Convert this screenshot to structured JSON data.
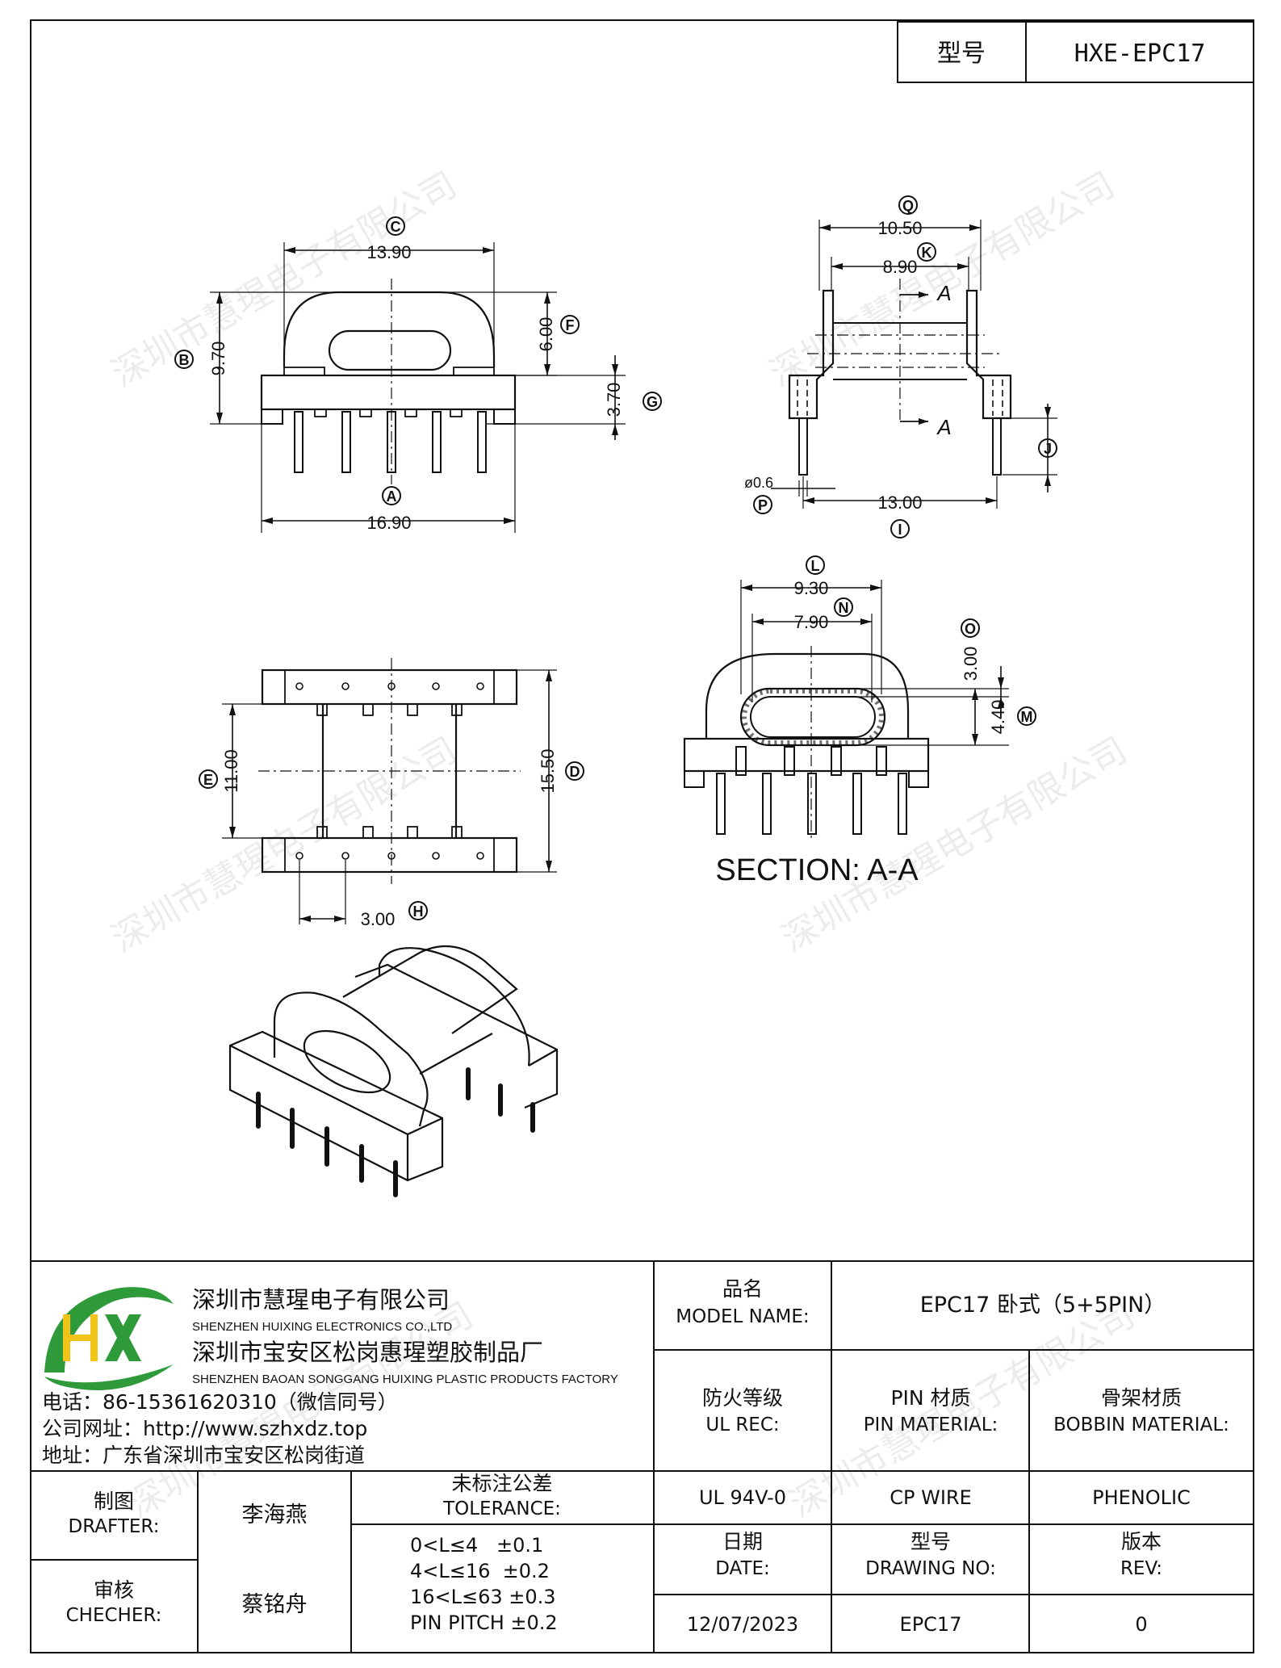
{
  "model_label": "型号",
  "model_value": "HXE-EPC17",
  "dims": {
    "A": {
      "letter": "A",
      "value": "16.90"
    },
    "B": {
      "letter": "B",
      "value": "9.70"
    },
    "C": {
      "letter": "C",
      "value": "13.90"
    },
    "D": {
      "letter": "D",
      "value": "15.50"
    },
    "E": {
      "letter": "E",
      "value": "11.00"
    },
    "F": {
      "letter": "F",
      "value": "6.00"
    },
    "G": {
      "letter": "G",
      "value": "3.70"
    },
    "H": {
      "letter": "H",
      "value": "3.00"
    },
    "I": {
      "letter": "I",
      "value": "13.00"
    },
    "J": {
      "letter": "J",
      "value": ""
    },
    "K": {
      "letter": "K",
      "value": "8.90"
    },
    "L": {
      "letter": "L",
      "value": "9.30"
    },
    "M": {
      "letter": "M",
      "value": "4.40"
    },
    "N": {
      "letter": "N",
      "value": "7.90"
    },
    "O": {
      "letter": "O",
      "value": "3.00"
    },
    "P": {
      "letter": "P",
      "value": "ø0.6"
    },
    "Q": {
      "letter": "Q",
      "value": "10.50"
    }
  },
  "section_marker": "A",
  "section_title": "SECTION: A-A",
  "watermark": "深圳市慧瑆电子有限公司",
  "company": {
    "logo_text": "HX",
    "name_cn": "深圳市慧瑆电子有限公司",
    "name_en": "SHENZHEN HUIXING ELECTRONICS CO.,LTD",
    "factory_cn": "深圳市宝安区松岗惠瑆塑胶制品厂",
    "factory_en": "SHENZHEN BAOAN SONGGANG HUIXING PLASTIC PRODUCTS FACTORY",
    "phone": "电话：86-15361620310（微信同号）",
    "website": "公司网址：http://www.szhxdz.top",
    "address": "地址：广东省深圳市宝安区松岗街道"
  },
  "title_block": {
    "model_name_cn": "品名",
    "model_name_en": "MODEL NAME:",
    "model_name_value": "EPC17 卧式（5+5PIN）",
    "ul_cn": "防火等级",
    "ul_en": "UL REC:",
    "pin_cn": "PIN 材质",
    "pin_en": "PIN MATERIAL:",
    "bobbin_cn": "骨架材质",
    "bobbin_en": "BOBBIN MATERIAL:",
    "ul_value": "UL 94V-0",
    "pin_value": "CP WIRE",
    "bobbin_value": "PHENOLIC",
    "drafter_cn": "制图",
    "drafter_en": "DRAFTER:",
    "drafter_name": "李海燕",
    "checker_cn": "审核",
    "checker_en": "CHECHER:",
    "checker_name": "蔡铭舟",
    "tolerance_cn": "未标注公差",
    "tolerance_en": "TOLERANCE:",
    "tolerances": [
      "0<L≤4   ±0.1",
      "4<L≤16  ±0.2",
      "16<L≤63 ±0.3",
      "PIN PITCH ±0.2"
    ],
    "date_cn": "日期",
    "date_en": "DATE:",
    "drawing_cn": "型号",
    "drawing_en": "DRAWING NO:",
    "rev_cn": "版本",
    "rev_en": "REV:",
    "date_value": "12/07/2023",
    "drawing_value": "EPC17",
    "rev_value": "0"
  },
  "colors": {
    "logo_green": "#2e9a3a",
    "logo_yellow": "#f0c419",
    "ink": "#111111"
  }
}
